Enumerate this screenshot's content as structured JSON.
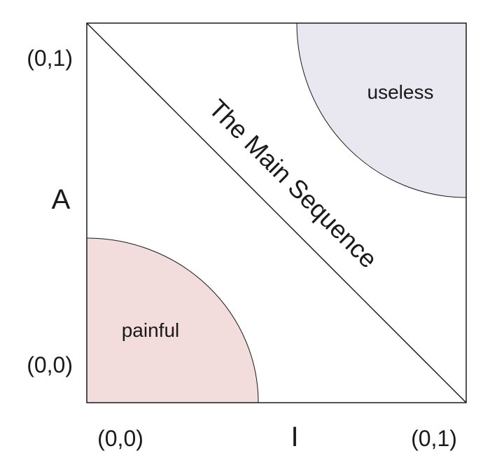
{
  "diagram": {
    "y_axis": {
      "label": "A",
      "top_tick": "(0,1)",
      "bottom_tick": "(0,0)"
    },
    "x_axis": {
      "label": "I",
      "left_tick": "(0,0)",
      "right_tick": "(0,1)"
    },
    "diagonal_label": "The Main Sequence",
    "zones": [
      {
        "label": "useless",
        "color": "#e9e7ef"
      },
      {
        "label": "painful",
        "color": "#f2dcdc"
      }
    ]
  }
}
